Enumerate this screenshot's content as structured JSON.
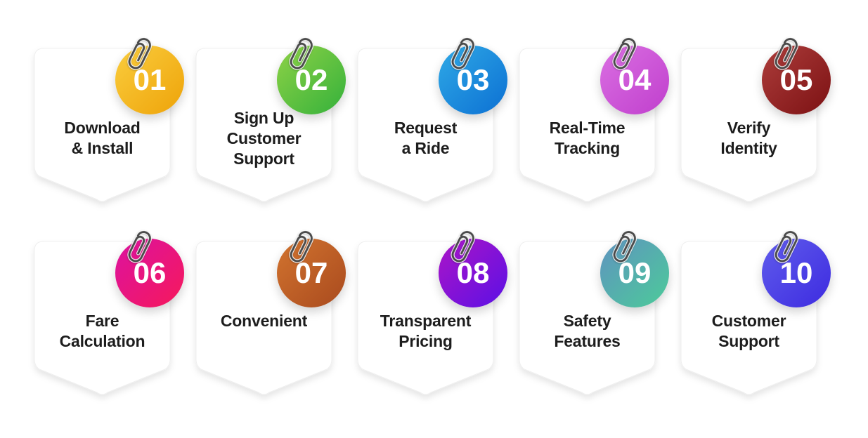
{
  "page": {
    "background": "#FFFFFF",
    "card_fill": "#FFFFFF",
    "card_border": "#EFEFEF",
    "text_color": "#1D1D1D",
    "number_text_color": "#FFFFFF"
  },
  "steps": [
    {
      "number": "01",
      "lines": [
        "Download",
        "& Install"
      ],
      "icon": "paperclip-icon",
      "gradient": [
        "#FACD3E",
        "#EEA309"
      ]
    },
    {
      "number": "02",
      "lines": [
        "Sign Up",
        "Customer",
        "Support"
      ],
      "icon": "paperclip-icon",
      "gradient": [
        "#8ED246",
        "#34B13B"
      ]
    },
    {
      "number": "03",
      "lines": [
        "Request",
        "a Ride"
      ],
      "icon": "paperclip-icon",
      "gradient": [
        "#2FA9E6",
        "#0C70D3"
      ]
    },
    {
      "number": "04",
      "lines": [
        "Real-Time",
        "Tracking"
      ],
      "icon": "paperclip-icon",
      "gradient": [
        "#DA6FE2",
        "#C03FCD"
      ]
    },
    {
      "number": "05",
      "lines": [
        "Verify",
        "Identity"
      ],
      "icon": "paperclip-icon",
      "gradient": [
        "#AD3D3B",
        "#7C1113"
      ]
    },
    {
      "number": "06",
      "lines": [
        "Fare",
        "Calculation"
      ],
      "icon": "paperclip-icon",
      "gradient": [
        "#DC12A0",
        "#F6195B"
      ]
    },
    {
      "number": "07",
      "lines": [
        "Convenient"
      ],
      "icon": "paperclip-icon",
      "gradient": [
        "#D2742F",
        "#A94A1E"
      ]
    },
    {
      "number": "08",
      "lines": [
        "Transparent",
        "Pricing"
      ],
      "icon": "paperclip-icon",
      "gradient": [
        "#AC15C7",
        "#5B10E5"
      ]
    },
    {
      "number": "09",
      "lines": [
        "Safety",
        "Features"
      ],
      "icon": "paperclip-icon",
      "gradient": [
        "#5F93C0",
        "#4CCB99"
      ]
    },
    {
      "number": "10",
      "lines": [
        "Customer",
        "Support"
      ],
      "icon": "paperclip-icon",
      "gradient": [
        "#605CEC",
        "#3D2BE0"
      ]
    }
  ]
}
